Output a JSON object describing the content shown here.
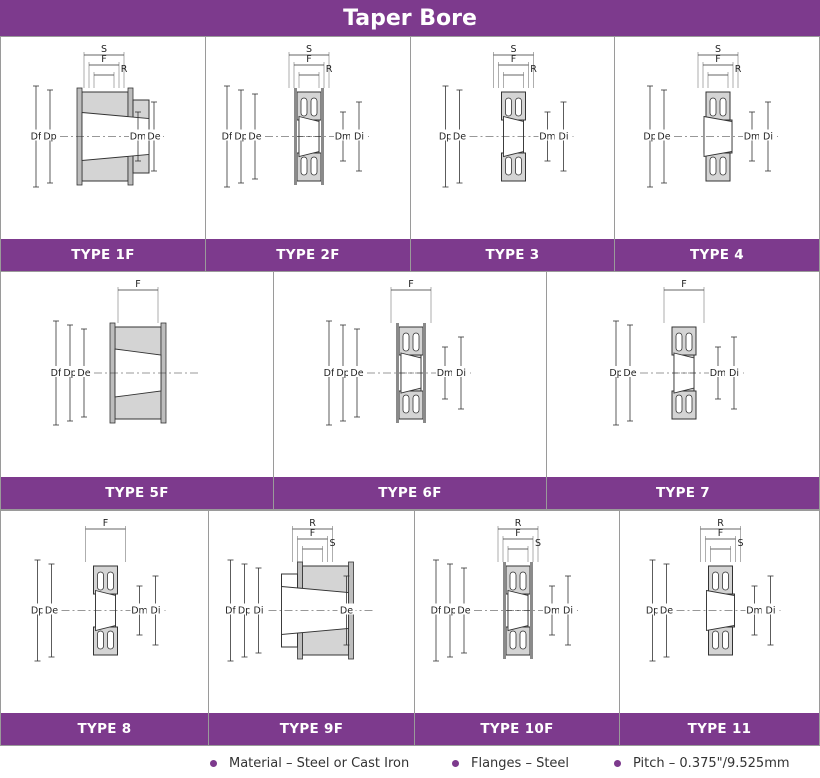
{
  "title": "Taper Bore",
  "types": [
    {
      "name": "TYPE 1F",
      "variant": "1F",
      "labels_left": [
        "Df",
        "Dp"
      ],
      "labels_right": [
        "Dm",
        "De"
      ],
      "top_labels": [
        "S",
        "F",
        "R"
      ]
    },
    {
      "name": "TYPE 2F",
      "variant": "2F",
      "labels_left": [
        "Df",
        "Dp",
        "De"
      ],
      "labels_right": [
        "Dm",
        "Di"
      ],
      "top_labels": [
        "S",
        "F",
        "R"
      ]
    },
    {
      "name": "TYPE 3",
      "variant": "3",
      "labels_left": [
        "Dp",
        "De"
      ],
      "labels_right": [
        "Dm",
        "Di"
      ],
      "top_labels": [
        "S",
        "F",
        "R"
      ]
    },
    {
      "name": "TYPE 4",
      "variant": "4",
      "labels_left": [
        "Dp",
        "De"
      ],
      "labels_right": [
        "Dm",
        "Di"
      ],
      "top_labels": [
        "S",
        "F",
        "R"
      ]
    },
    {
      "name": "TYPE 5F",
      "variant": "5F",
      "labels_left": [
        "Df",
        "Dp",
        "De"
      ],
      "labels_right": [],
      "top_labels": [
        "F"
      ]
    },
    {
      "name": "TYPE 6F",
      "variant": "6F",
      "labels_left": [
        "Df",
        "Dp",
        "De"
      ],
      "labels_right": [
        "Dm",
        "Di"
      ],
      "top_labels": [
        "F"
      ]
    },
    {
      "name": "TYPE 7",
      "variant": "7",
      "labels_left": [
        "Dp",
        "De"
      ],
      "labels_right": [
        "Dm",
        "Di"
      ],
      "top_labels": [
        "F"
      ]
    },
    {
      "name": "TYPE 8",
      "variant": "8",
      "labels_left": [
        "Dp",
        "De"
      ],
      "labels_right": [
        "Dm",
        "Di"
      ],
      "top_labels": [
        "F"
      ]
    },
    {
      "name": "TYPE 9F",
      "variant": "9F",
      "labels_left": [
        "Df",
        "Dp",
        "Di"
      ],
      "labels_right": [
        "De"
      ],
      "top_labels": [
        "R",
        "F",
        "S"
      ]
    },
    {
      "name": "TYPE 10F",
      "variant": "10F",
      "labels_left": [
        "Df",
        "Dp",
        "De"
      ],
      "labels_right": [
        "Dm",
        "Di"
      ],
      "top_labels": [
        "R",
        "F",
        "S"
      ]
    },
    {
      "name": "TYPE 11",
      "variant": "11",
      "labels_left": [
        "Dp",
        "De"
      ],
      "labels_right": [
        "Dm",
        "Di"
      ],
      "top_labels": [
        "R",
        "F",
        "S"
      ]
    }
  ],
  "footer": [
    {
      "text": "Material – Steel or Cast Iron"
    },
    {
      "text": "Flanges – Steel"
    },
    {
      "text": "Pitch – 0.375\"/9.525mm"
    }
  ],
  "colors": {
    "accent": "#7d3a8d",
    "body": "#d4d4d4",
    "line": "#333333"
  }
}
